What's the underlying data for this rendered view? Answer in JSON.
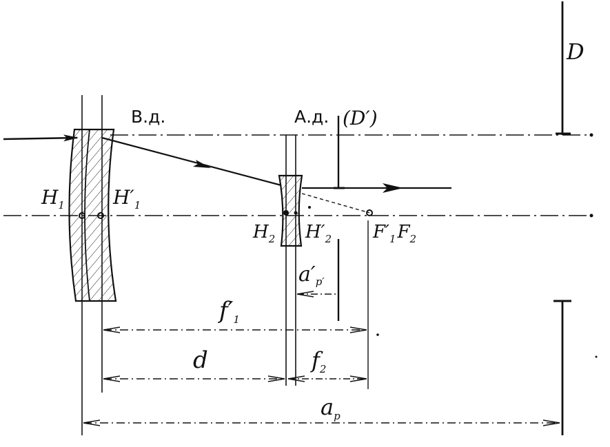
{
  "diagram": {
    "labels": {
      "entrance_pupil": "В.д.",
      "exit_pupil": "А.д.",
      "d_prime": "(D′)",
      "D": "D",
      "H1": "H",
      "H1_sub": "1",
      "H1p": "H′",
      "H1p_sub": "1",
      "H2": "H",
      "H2_sub": "2",
      "H2p": "H′",
      "H2p_sub": "2",
      "F1p": "F′",
      "F1p_sub": "1",
      "F2": "F",
      "F2_sub": "2",
      "a_pp": "a′",
      "a_pp_sub": "p′",
      "f1p": "f′",
      "f1p_sub": "1",
      "d": "d",
      "f2": "f",
      "f2_sub": "2",
      "a_p": "a",
      "a_p_sub": "p"
    }
  }
}
